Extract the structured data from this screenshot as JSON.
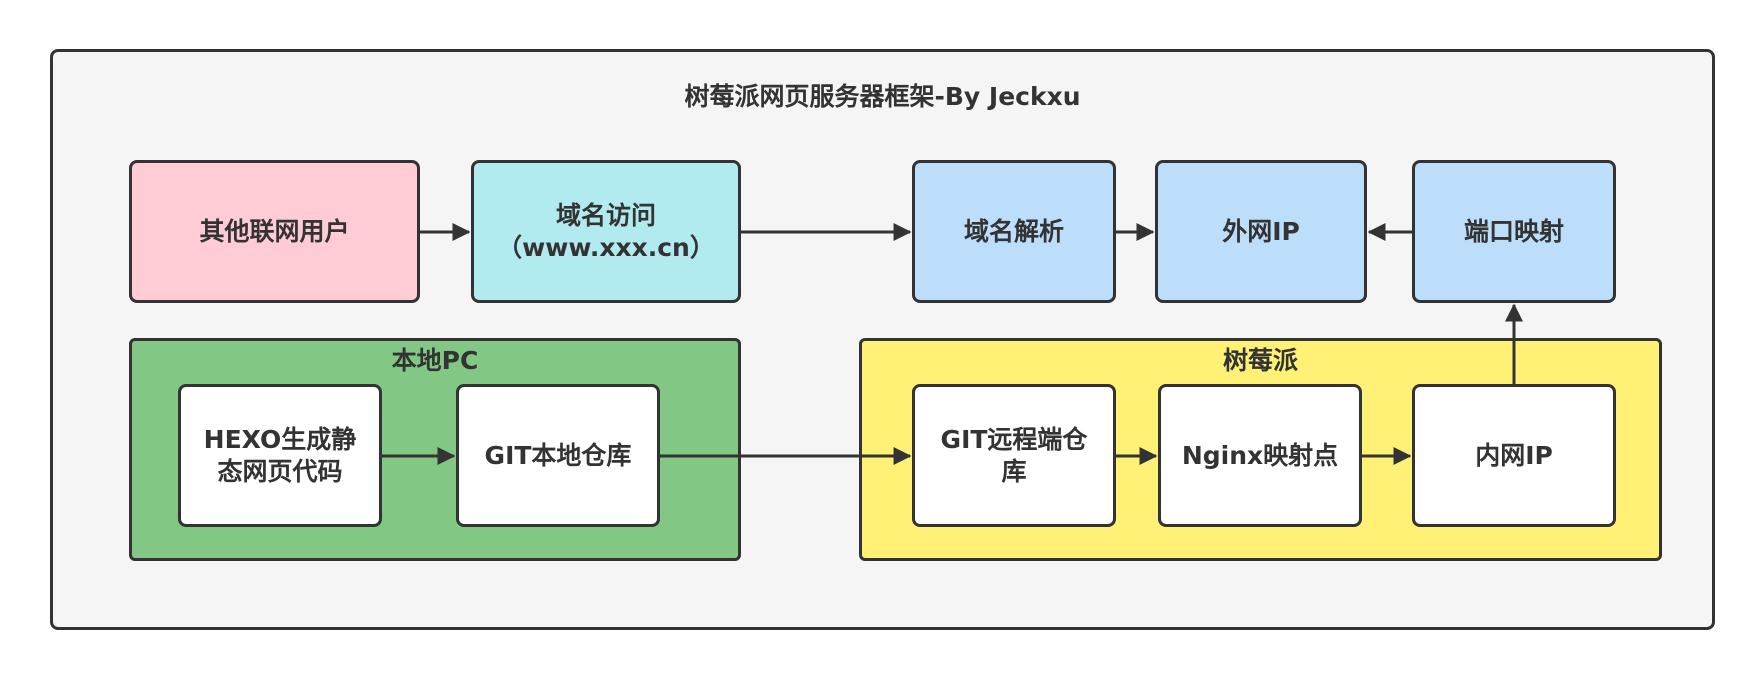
{
  "diagram": {
    "title": "树莓派网页服务器框架-By Jeckxu",
    "colors": {
      "frame_fill": "#f5f5f5",
      "user_fill": "#ffccd5",
      "domain_access_fill": "#b1ebf0",
      "blue_fill": "#bcdefa",
      "local_pc_fill": "#82c884",
      "raspberry_fill": "#fff176",
      "white_fill": "#ffffff",
      "stroke": "#333333"
    },
    "nodes": {
      "other_users": "其他联网用户",
      "domain_access": "域名访问",
      "domain_access_url": "（www.xxx.cn）",
      "dns_resolution": "域名解析",
      "public_ip": "外网IP",
      "port_mapping": "端口映射",
      "hexo_line1": "HEXO生成静",
      "hexo_line2": "态网页代码",
      "git_local": "GIT本地仓库",
      "git_remote_line1": "GIT远程端仓",
      "git_remote_line2": "库",
      "nginx": "Nginx映射点",
      "lan_ip": "内网IP"
    },
    "groups": {
      "local_pc": "本地PC",
      "raspberry_pi": "树莓派"
    },
    "edges": [
      {
        "from": "other_users",
        "to": "domain_access"
      },
      {
        "from": "domain_access",
        "to": "dns_resolution"
      },
      {
        "from": "dns_resolution",
        "to": "public_ip"
      },
      {
        "from": "port_mapping",
        "to": "public_ip"
      },
      {
        "from": "hexo",
        "to": "git_local"
      },
      {
        "from": "git_local",
        "to": "git_remote"
      },
      {
        "from": "git_remote",
        "to": "nginx"
      },
      {
        "from": "nginx",
        "to": "lan_ip"
      },
      {
        "from": "lan_ip",
        "to": "port_mapping"
      }
    ]
  }
}
